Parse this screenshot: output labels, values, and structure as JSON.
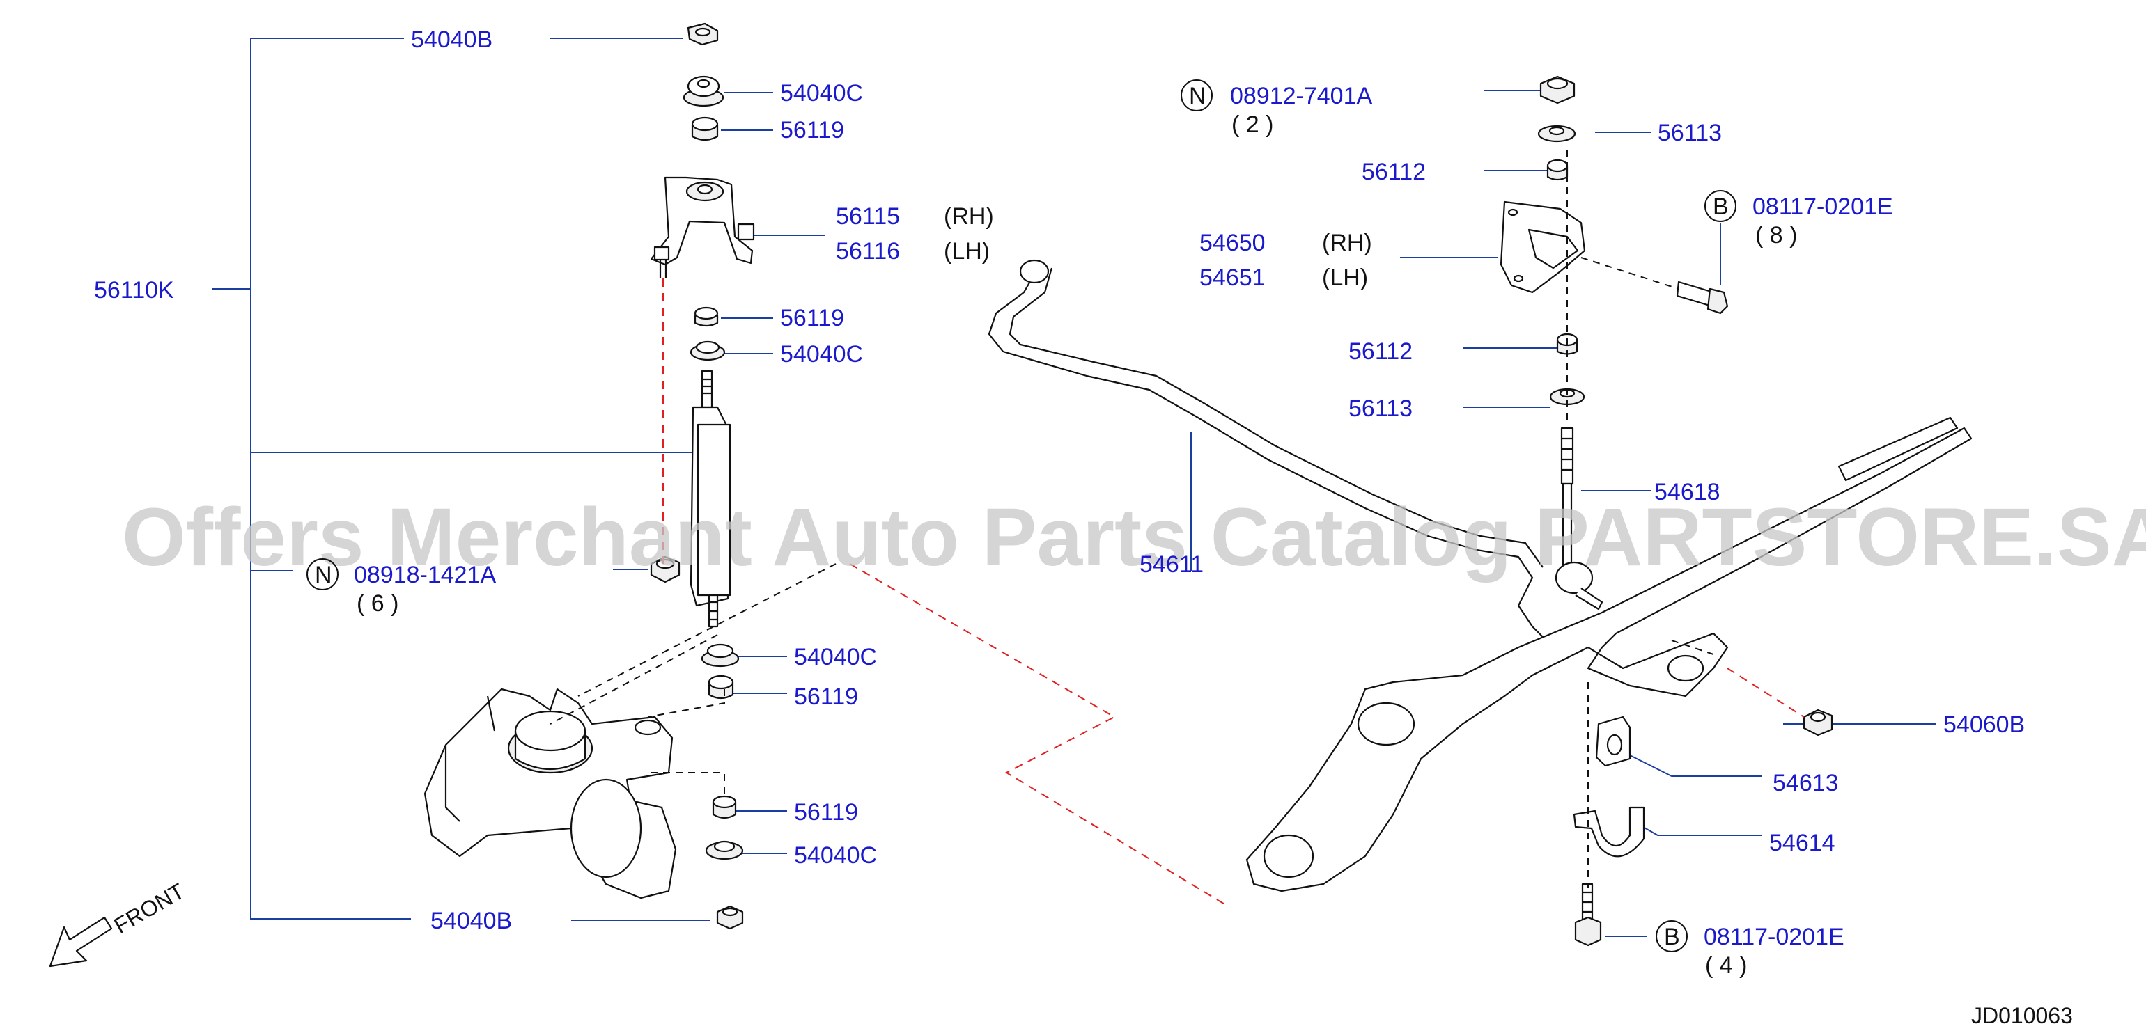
{
  "watermark": "Offers Merchant Auto Parts Catalog PARTSTORE.SA",
  "diagram_code": "JD010063",
  "front_label": "FRONT",
  "callouts": {
    "p54040B_top": "54040B",
    "p54040C_1": "54040C",
    "p56119_1": "56119",
    "p56115": "56115",
    "p56115_side": "(RH)",
    "p56116": "56116",
    "p56116_side": "(LH)",
    "p56110K": "56110K",
    "p56119_2": "56119",
    "p54040C_2": "54040C",
    "p08918_symbol": "N",
    "p08918": "08918-1421A",
    "p08918_qty": "( 6 )",
    "p54040C_3": "54040C",
    "p56119_3": "56119",
    "p56119_4": "56119",
    "p54040C_4": "54040C",
    "p54040B_bottom": "54040B",
    "p08912_symbol": "N",
    "p08912": "08912-7401A",
    "p08912_qty": "( 2 )",
    "p56113_1": "56113",
    "p56112_1": "56112",
    "p08117a_symbol": "B",
    "p08117a": "08117-0201E",
    "p08117a_qty": "( 8 )",
    "p54650": "54650",
    "p54650_side": "(RH)",
    "p54651": "54651",
    "p54651_side": "(LH)",
    "p56112_2": "56112",
    "p56113_2": "56113",
    "p54618": "54618",
    "p54611": "54611",
    "p54060B": "54060B",
    "p54613": "54613",
    "p54614": "54614",
    "p08117b_symbol": "B",
    "p08117b": "08117-0201E",
    "p08117b_qty": "( 4 )"
  },
  "colors": {
    "part_number": "#1a1acc",
    "leader_line": "#1a3fa0",
    "red_dashed": "#e02020",
    "watermark": "#c8c8c8"
  },
  "icons": {
    "front_arrow": "front-arrow-icon"
  }
}
